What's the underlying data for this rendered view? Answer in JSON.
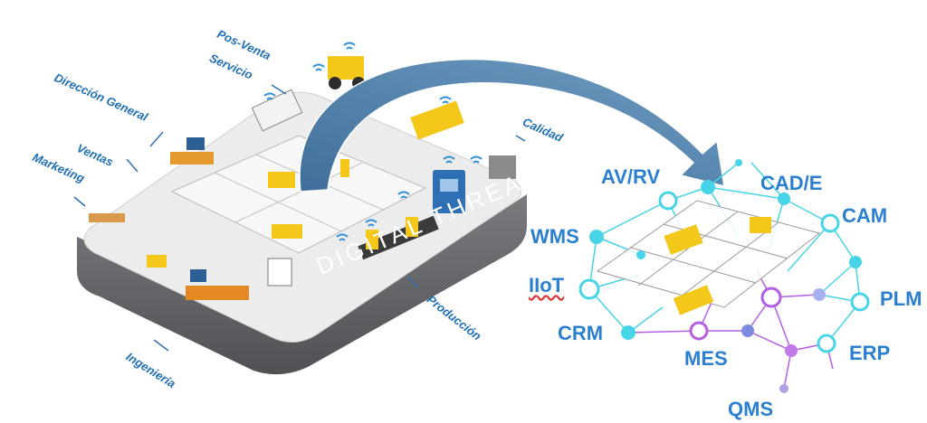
{
  "departments": {
    "pos_venta": "Pos-Venta",
    "servicio": "Servicio",
    "direccion": "Dirección General",
    "ventas": "Ventas",
    "marketing": "Marketing",
    "calidad": "Calidad",
    "produccion": "Producción",
    "ingenieria": "Ingeniería"
  },
  "platform": {
    "title": "DIGITAL THREAD"
  },
  "systems": {
    "avrv": "AV/RV",
    "cade": "CAD/E",
    "cam": "CAM",
    "wms": "WMS",
    "iiot": "IIoT",
    "plm": "PLM",
    "crm": "CRM",
    "mes": "MES",
    "erp": "ERP",
    "qms": "QMS"
  },
  "colors": {
    "cyan": "#3fd6ea",
    "purple": "#a64de0",
    "label_blue": "#2a7fd0",
    "dept_blue": "#1f6fb5",
    "platform_gray": "#6d6e72"
  }
}
